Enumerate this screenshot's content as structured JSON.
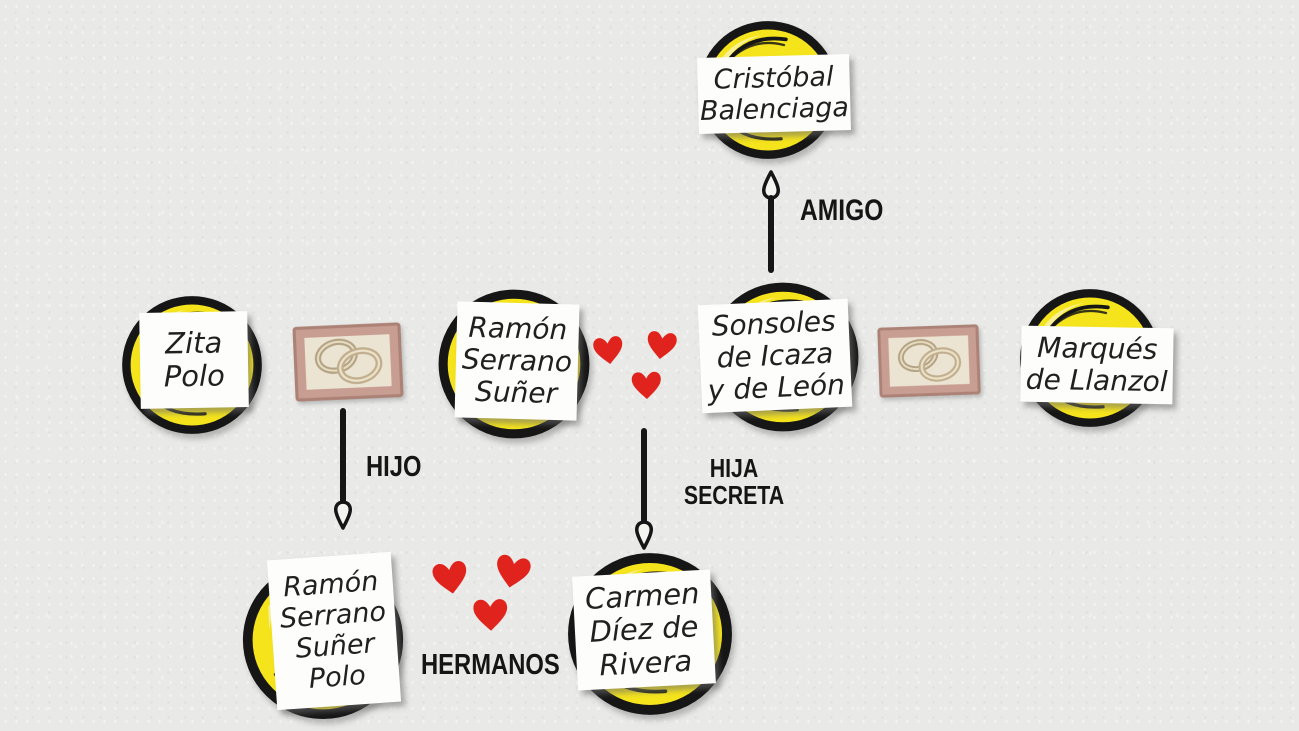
{
  "diagram": {
    "type": "relationship-map",
    "people": {
      "cristobal": {
        "name": "Cristóbal Balenciaga",
        "lines": [
          "Cristóbal",
          "Balenciaga"
        ]
      },
      "zita": {
        "name": "Zita Polo",
        "lines": [
          "Zita",
          "Polo"
        ]
      },
      "ramon_sr": {
        "name": "Ramón Serrano Suñer",
        "lines": [
          "Ramón",
          "Serrano",
          "Suñer"
        ]
      },
      "sonsoles": {
        "name": "Sonsoles de Icaza y de León",
        "lines": [
          "Sonsoles",
          "de Icaza",
          "y de León"
        ]
      },
      "marques": {
        "name": "Marqués de Llanzol",
        "lines": [
          "Marqués",
          "de Llanzol"
        ]
      },
      "ramon_jr": {
        "name": "Ramón Serrano Suñer Polo",
        "lines": [
          "Ramón",
          "Serrano",
          "Suñer",
          "Polo"
        ]
      },
      "carmen": {
        "name": "Carmen Díez de Rivera",
        "lines": [
          "Carmen",
          "Díez de",
          "Rivera"
        ]
      }
    },
    "relations": {
      "amigo": {
        "label": "AMIGO",
        "from": "sonsoles",
        "to": "cristobal"
      },
      "hijo": {
        "label": "HIJO",
        "from": "zita + ramon_sr",
        "to": "ramon_jr"
      },
      "hija_secreta": {
        "label_lines": [
          "HIJA",
          "SECRETA"
        ],
        "from": "ramon_sr + sonsoles",
        "to": "carmen"
      },
      "hermanos": {
        "label": "HERMANOS",
        "between": "ramon_jr + carmen"
      }
    },
    "icons": {
      "rings": "wedding-rings-icon",
      "hearts": "hearts-icon",
      "marriages": [
        "zita + ramon_sr",
        "sonsoles + marques"
      ],
      "loves": [
        "ramon_sr + sonsoles"
      ]
    },
    "colors": {
      "paper": "#e9e9e7",
      "circle_yellow": "#f5e41c",
      "ink": "#161616",
      "heart_red": "#e0231c",
      "frame_tan": "#c99e92",
      "ring_gold": "#bfae92"
    }
  }
}
